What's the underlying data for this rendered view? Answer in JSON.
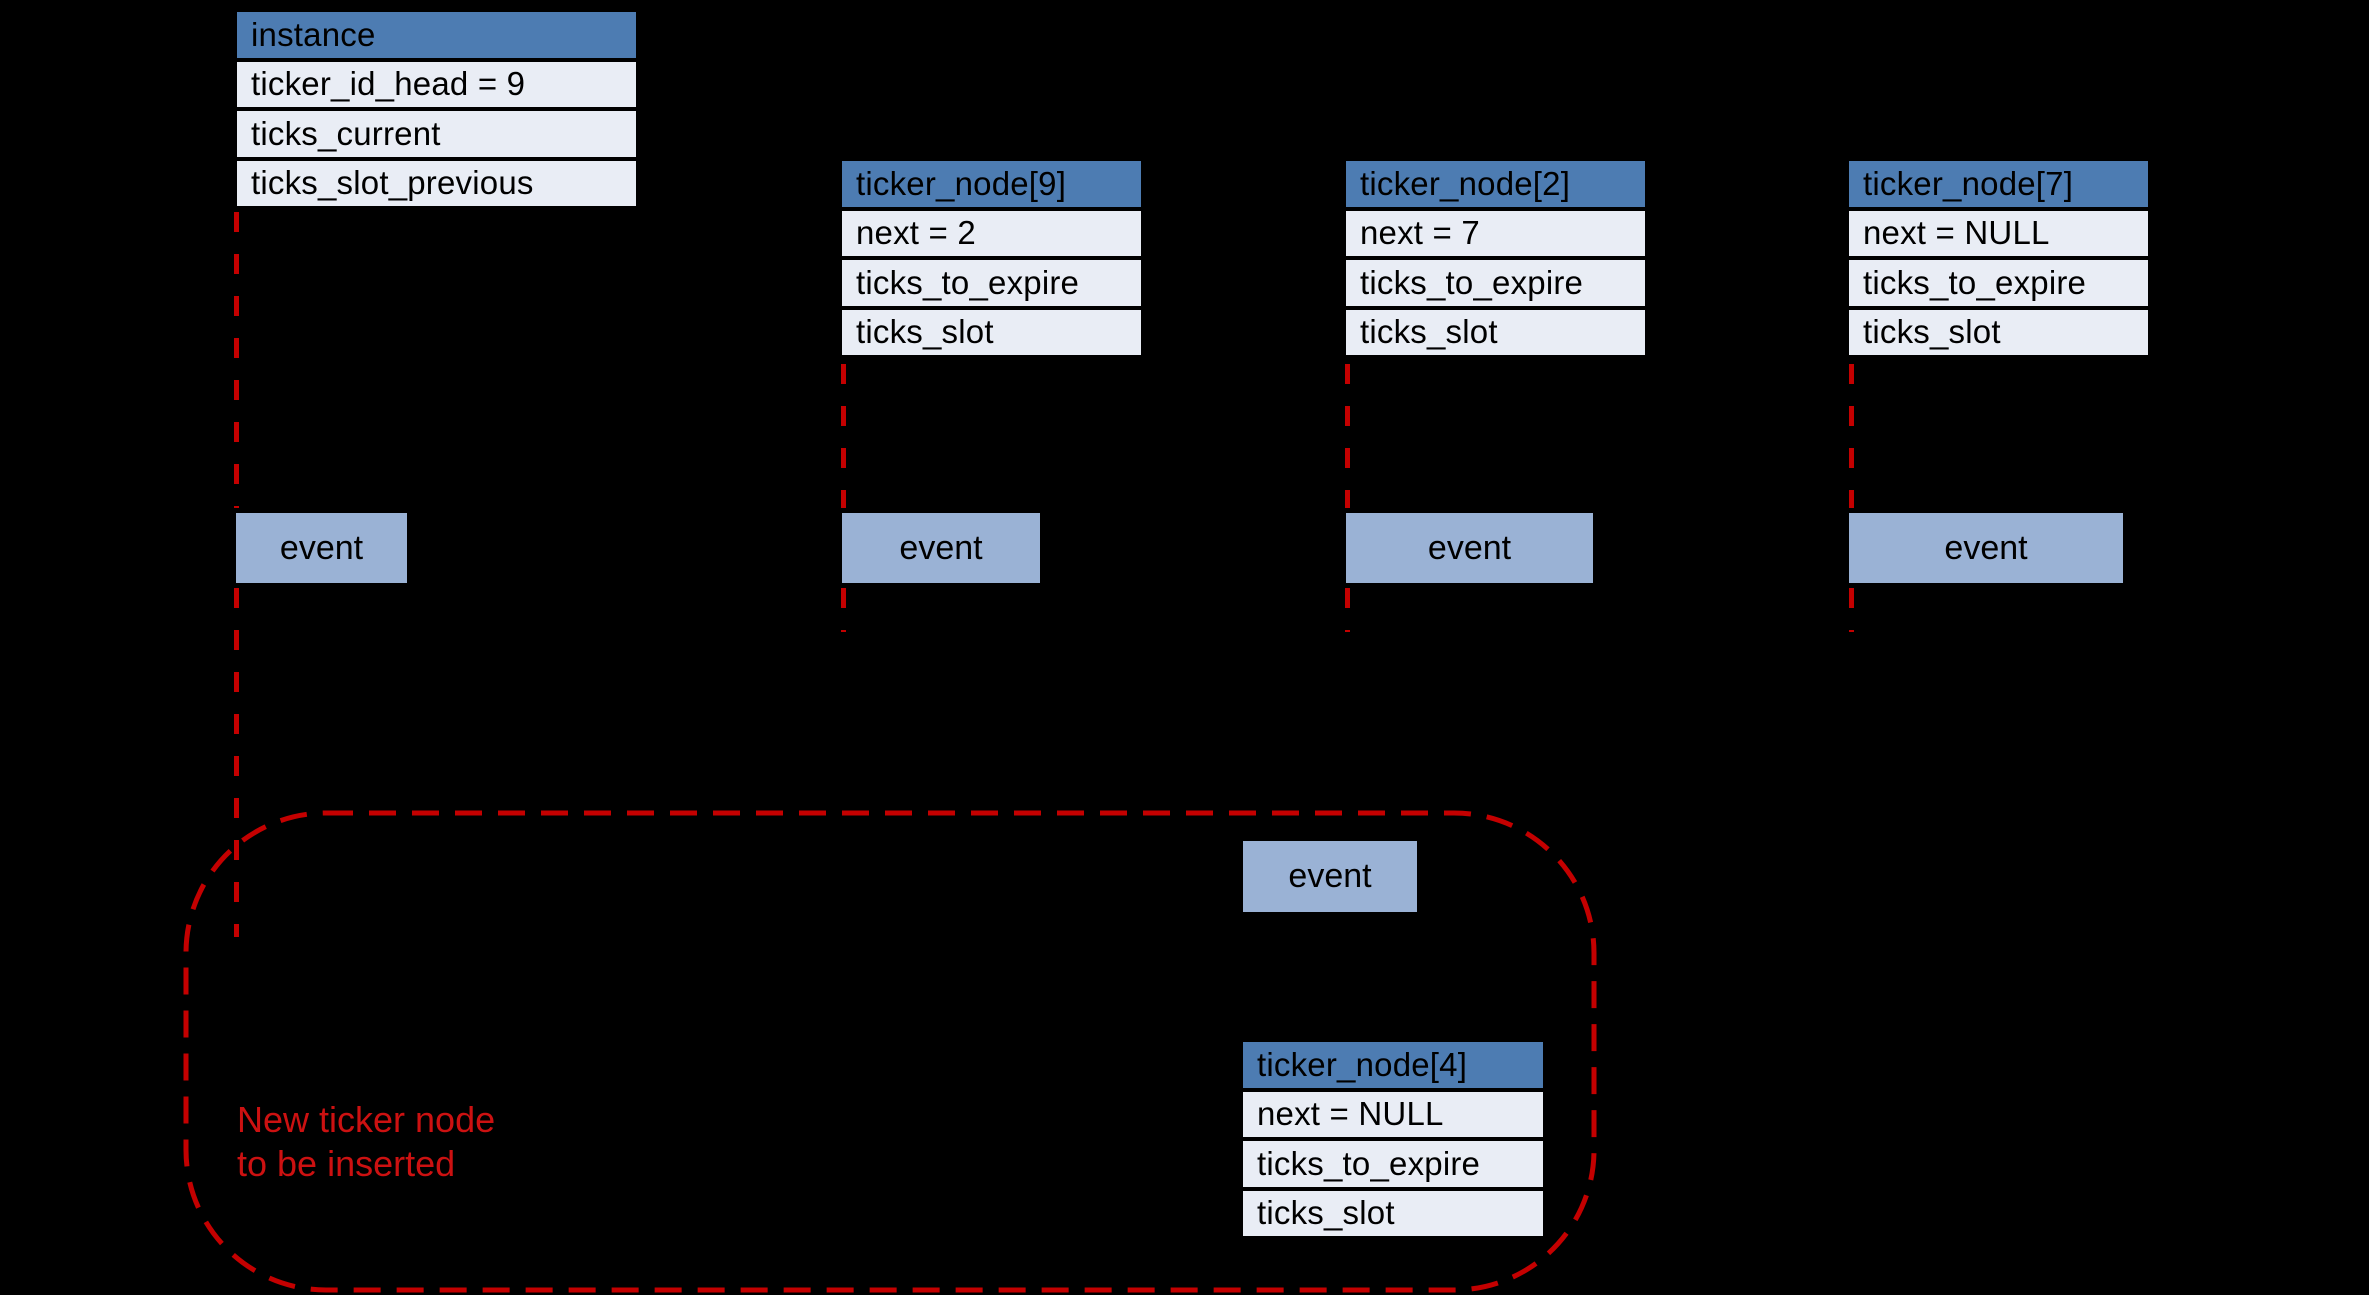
{
  "colors": {
    "background": "#000000",
    "header_blue": "#4D7CB2",
    "row_fill": "#E9EDF5",
    "event_blue": "#9AB2D5",
    "accent_red": "#C40000",
    "annotation_red": "#CC1111",
    "table_text": "#000000"
  },
  "instance_table": {
    "title": "instance",
    "rows": [
      "ticker_id_head = 9",
      "ticks_current",
      "ticks_slot_previous"
    ]
  },
  "ticker_nodes": [
    {
      "title": "ticker_node[9]",
      "rows": [
        "next = 2",
        "ticks_to_expire",
        "ticks_slot"
      ]
    },
    {
      "title": "ticker_node[2]",
      "rows": [
        "next = 7",
        "ticks_to_expire",
        "ticks_slot"
      ]
    },
    {
      "title": "ticker_node[7]",
      "rows": [
        "next = NULL",
        "ticks_to_expire",
        "ticks_slot"
      ]
    },
    {
      "title": "ticker_node[4]",
      "rows": [
        "next = NULL",
        "ticks_to_expire",
        "ticks_slot"
      ]
    }
  ],
  "event_label": "event",
  "annotation": {
    "line1": "New ticker node",
    "line2": "to be inserted"
  }
}
